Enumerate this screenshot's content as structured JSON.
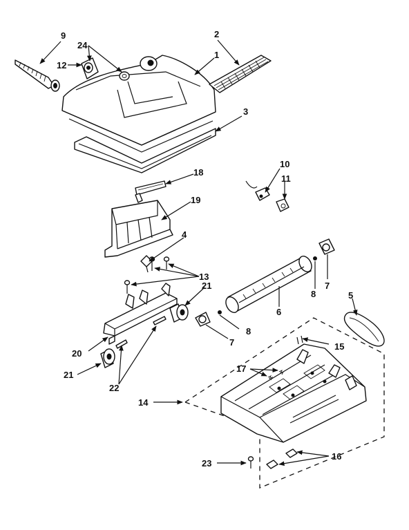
{
  "callouts": {
    "c9": "9",
    "c24": "24",
    "c12": "12",
    "c2": "2",
    "c1": "1",
    "c3": "3",
    "c18": "18",
    "c10": "10",
    "c11": "11",
    "c19": "19",
    "c4": "4",
    "c13": "13",
    "c21a": "21",
    "c7a": "7",
    "c8a": "8",
    "c5": "5",
    "c6": "6",
    "c8b": "8",
    "c20": "20",
    "c7b": "7",
    "c15": "15",
    "c21b": "21",
    "c22": "22",
    "c17": "17",
    "c14": "14",
    "c16": "16",
    "c23": "23"
  },
  "icons": {
    "leader_arrow": "arrow-head-icon"
  }
}
